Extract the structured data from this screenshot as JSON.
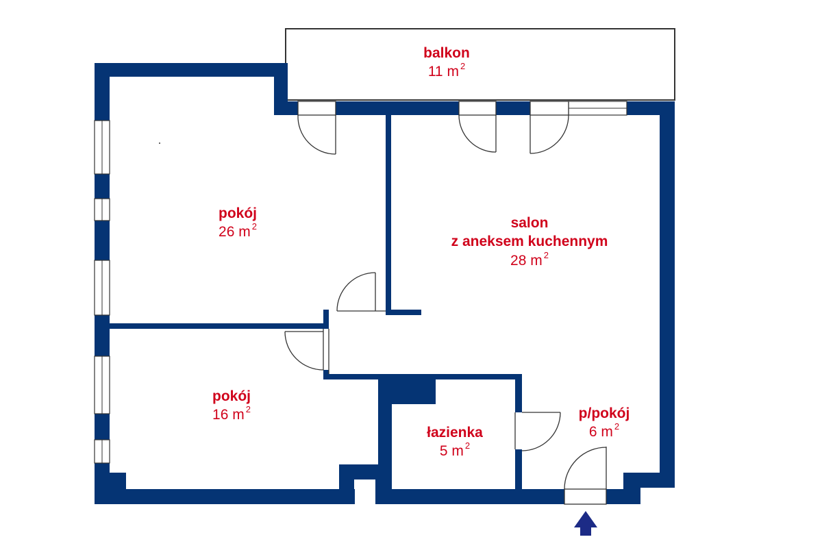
{
  "colors": {
    "wall": "#053474",
    "label": "#d0021b",
    "line": "#333333",
    "arrow": "#1c2b86"
  },
  "rooms": {
    "balkon": {
      "name": "balkon",
      "area": "11 m",
      "unit_power": "2"
    },
    "pokoj1": {
      "name": "pokój",
      "area": "26 m",
      "unit_power": "2"
    },
    "salon": {
      "name": "salon",
      "name2": "z aneksem kuchennym",
      "area": "28 m",
      "unit_power": "2"
    },
    "pokoj2": {
      "name": "pokój",
      "area": "16 m",
      "unit_power": "2"
    },
    "lazienka": {
      "name": "łazienka",
      "area": "5 m",
      "unit_power": "2"
    },
    "przedpokoj": {
      "name": "p/pokój",
      "area": "6 m",
      "unit_power": "2"
    }
  },
  "entrance": {
    "icon": "entrance-arrow-icon"
  }
}
